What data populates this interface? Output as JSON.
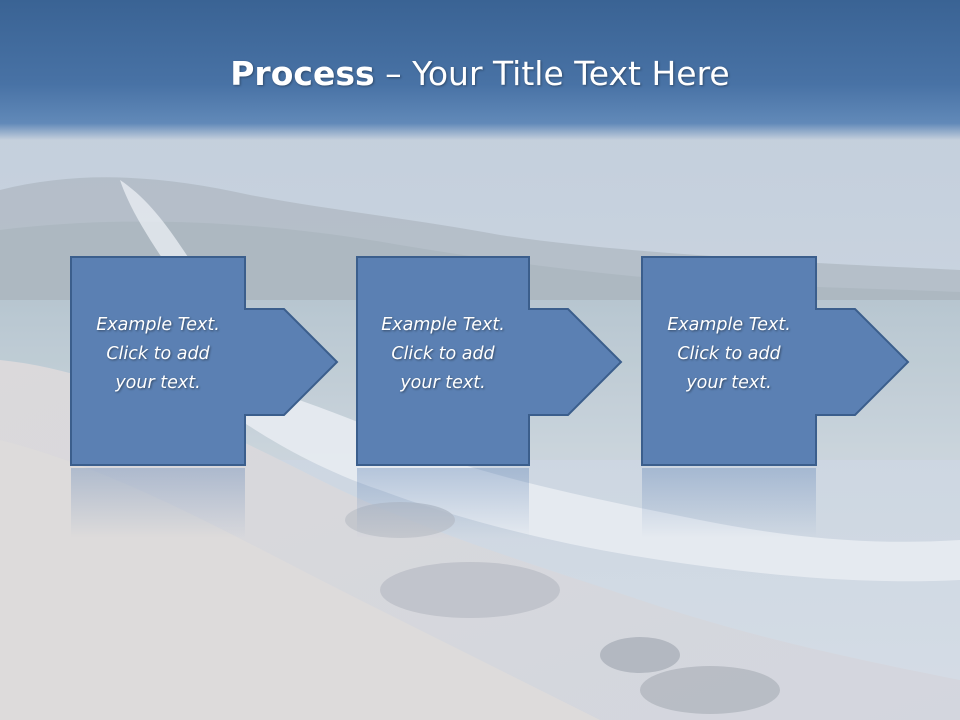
{
  "slide": {
    "title_bold": "Process",
    "title_rest": " – Your Title Text Here"
  },
  "colors": {
    "title_band": "#4872a5",
    "box_fill": "#5b80b3",
    "box_stroke": "#3b5e8c",
    "text": "#ffffff"
  },
  "steps": [
    {
      "line1": "Example Text.",
      "line2": "Click  to add",
      "line3": "your text."
    },
    {
      "line1": "Example Text.",
      "line2": "Click  to add",
      "line3": "your text."
    },
    {
      "line1": "Example Text.",
      "line2": "Click  to add",
      "line3": "your text."
    }
  ],
  "icons": {
    "step_arrow": "right-arrow-icon"
  }
}
